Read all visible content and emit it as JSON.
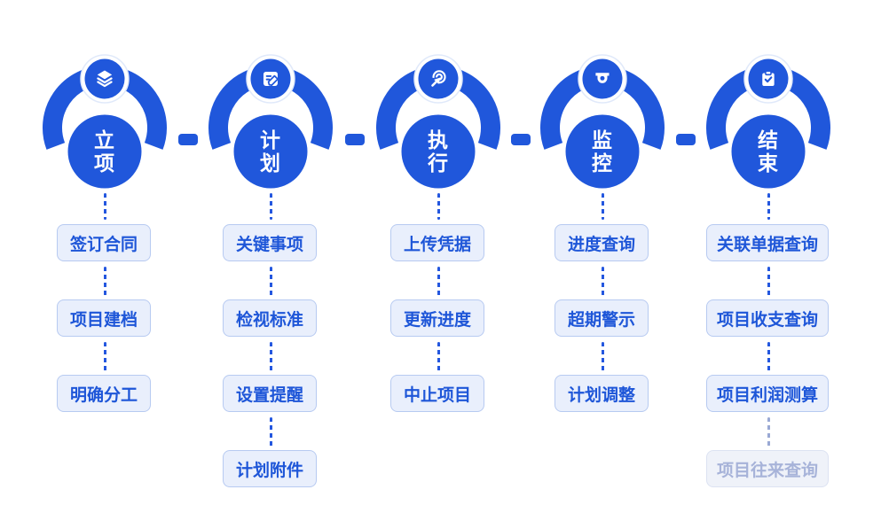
{
  "diagram": {
    "title": "project-lifecycle-flow",
    "colors": {
      "primary_blue": "#2057DB",
      "box_background": "#E9EFFC",
      "box_border": "#B7CAF1",
      "box_text": "#1E56D8",
      "disabled_text": "#A7B3D9",
      "disabled_background": "#EFF2F9",
      "disabled_border": "#DCE2F2",
      "connector_blue": "#2457DF",
      "connector_gray": "#9AA9D4"
    },
    "stages": [
      {
        "label": "立项",
        "icon": "layers-icon",
        "items": [
          {
            "label": "签订合同"
          },
          {
            "label": "项目建档"
          },
          {
            "label": "明确分工"
          }
        ]
      },
      {
        "label": "计划",
        "icon": "edit-document-icon",
        "items": [
          {
            "label": "关键事项"
          },
          {
            "label": "检视标准"
          },
          {
            "label": "设置提醒"
          },
          {
            "label": "计划附件"
          }
        ]
      },
      {
        "label": "执行",
        "icon": "click-target-icon",
        "items": [
          {
            "label": "上传凭据"
          },
          {
            "label": "更新进度"
          },
          {
            "label": "中止项目"
          }
        ]
      },
      {
        "label": "监控",
        "icon": "monitor-camera-icon",
        "items": [
          {
            "label": "进度查询"
          },
          {
            "label": "超期警示"
          },
          {
            "label": "计划调整"
          }
        ]
      },
      {
        "label": "结束",
        "icon": "clipboard-check-icon",
        "items": [
          {
            "label": "关联单据查询"
          },
          {
            "label": "项目收支查询"
          },
          {
            "label": "项目利润测算"
          },
          {
            "label": "项目往来查询",
            "disabled": true
          }
        ]
      }
    ]
  }
}
